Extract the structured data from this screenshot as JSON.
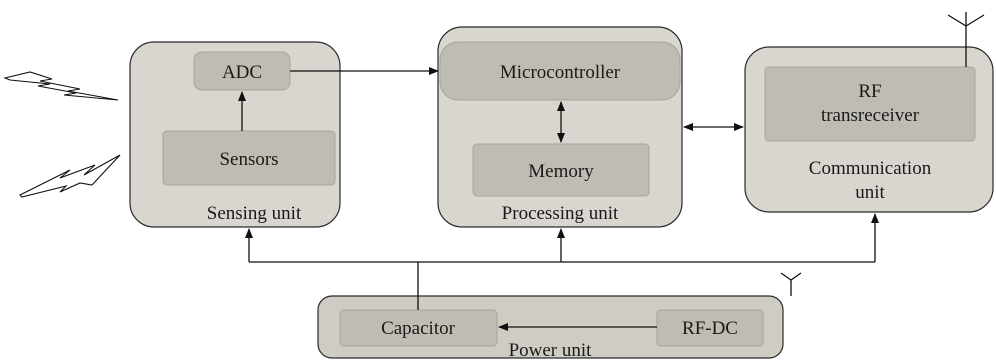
{
  "sensing_unit": {
    "label": "Sensing unit",
    "adc_label": "ADC",
    "sensors_label": "Sensors"
  },
  "processing_unit": {
    "label": "Processing unit",
    "microcontroller_label": "Microcontroller",
    "memory_label": "Memory"
  },
  "communication_unit": {
    "label_line1": "Communication",
    "label_line2": "unit",
    "rf_line1": "RF",
    "rf_line2": "transreceiver"
  },
  "power_unit": {
    "label": "Power unit",
    "capacitor_label": "Capacitor",
    "rfdc_label": "RF-DC"
  }
}
